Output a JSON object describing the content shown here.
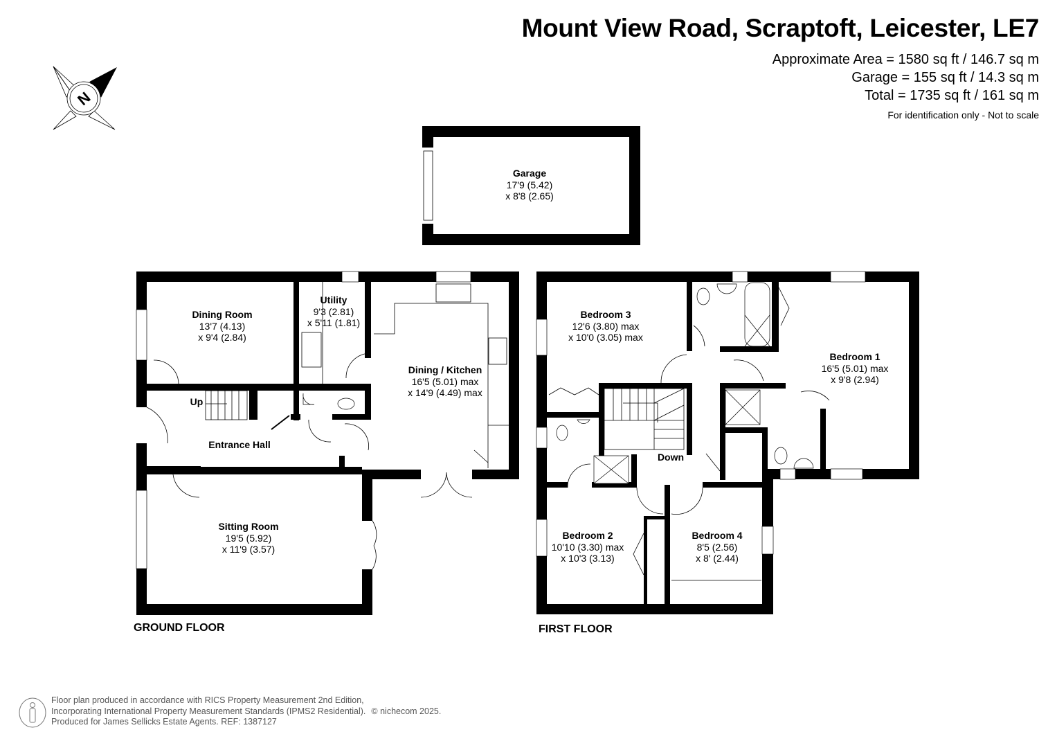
{
  "header": {
    "title": "Mount View Road, Scraptoft, Leicester, LE7",
    "areas": [
      "Approximate Area = 1580 sq ft / 146.7 sq m",
      "Garage = 155 sq ft / 14.3 sq m",
      "Total = 1735 sq ft / 161 sq m"
    ],
    "note": "For identification only - Not to scale"
  },
  "compass": {
    "icon": "north-compass-icon",
    "letter": "N"
  },
  "garage": {
    "name": "Garage",
    "dim1": "17'9 (5.42)",
    "dim2": "x 8'8 (2.65)"
  },
  "ground_floor": {
    "label": "GROUND FLOOR",
    "rooms": [
      {
        "name": "Dining Room",
        "dim1": "13'7 (4.13)",
        "dim2": "x 9'4 (2.84)"
      },
      {
        "name": "Utility",
        "dim1": "9'3 (2.81)",
        "dim2": "x 5'11 (1.81)"
      },
      {
        "name": "Dining / Kitchen",
        "dim1": "16'5 (5.01) max",
        "dim2": "x 14'9 (4.49) max"
      },
      {
        "name": "Entrance Hall"
      },
      {
        "name": "Sitting Room",
        "dim1": "19'5 (5.92)",
        "dim2": "x 11'9 (3.57)"
      }
    ],
    "stairs_label": "Up"
  },
  "first_floor": {
    "label": "FIRST FLOOR",
    "rooms": [
      {
        "name": "Bedroom 3",
        "dim1": "12'6 (3.80) max",
        "dim2": "x 10'0 (3.05) max"
      },
      {
        "name": "Bedroom 1",
        "dim1": "16'5 (5.01) max",
        "dim2": "x 9'8 (2.94)"
      },
      {
        "name": "Bedroom 2",
        "dim1": "10'10 (3.30) max",
        "dim2": "x 10'3 (3.13)"
      },
      {
        "name": "Bedroom 4",
        "dim1": "8'5 (2.56)",
        "dim2": "x 8' (2.44)"
      }
    ],
    "stairs_label": "Down"
  },
  "footer": {
    "lines": [
      "Floor plan produced in accordance with RICS Property Measurement 2nd Edition,",
      "Incorporating International Property Measurement Standards (IPMS2 Residential).",
      "Produced for James Sellicks Estate Agents.   REF: 1387127"
    ],
    "copyright": "© nichecom 2025."
  }
}
